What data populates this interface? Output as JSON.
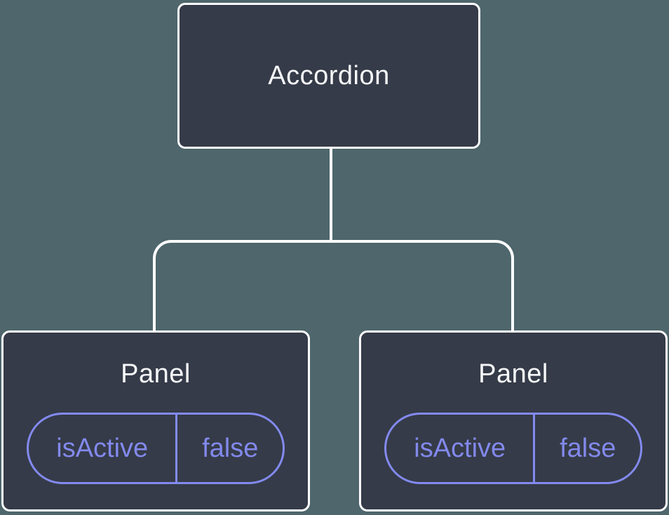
{
  "diagram": {
    "title": "component-state-tree",
    "colors": {
      "background": "#4e666c",
      "node_fill": "#353b48",
      "node_border": "#ffffff",
      "connector": "#ffffff",
      "accent_purple": "#838af0",
      "text_white": "#f6f7f9"
    },
    "root": {
      "label": "Accordion"
    },
    "children": [
      {
        "label": "Panel",
        "state": {
          "key": "isActive",
          "value": "false"
        }
      },
      {
        "label": "Panel",
        "state": {
          "key": "isActive",
          "value": "false"
        }
      }
    ]
  }
}
